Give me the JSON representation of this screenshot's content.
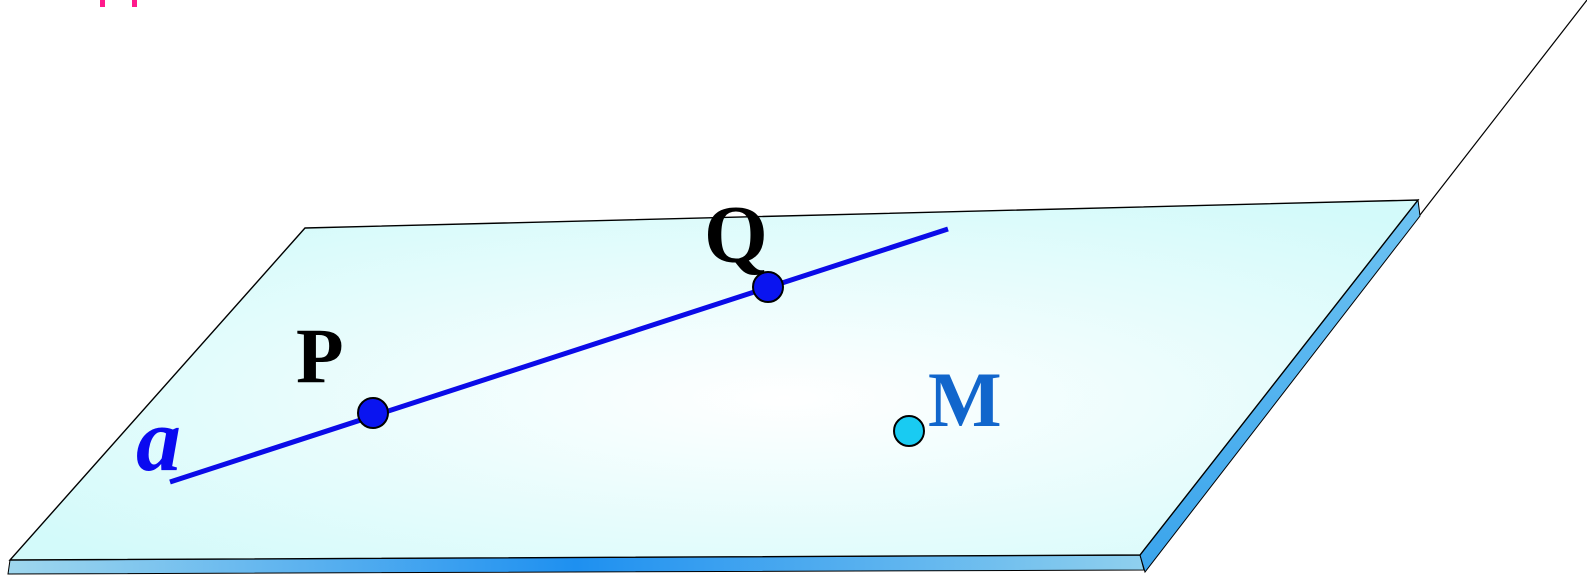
{
  "labels": {
    "line": "a",
    "point_p": "P",
    "point_q": "Q",
    "point_m": "M"
  },
  "colors": {
    "plane_fill": "#d6fbfb",
    "plane_edge": "#55b6ef",
    "line": "#0b0be8",
    "point_on_line": "#0a14f0",
    "point_m": "#19cbf2",
    "label_line": "#0a0af0",
    "label_pq": "#000000",
    "label_m": "#1166cc",
    "top_accent": "#ff1a8c"
  }
}
